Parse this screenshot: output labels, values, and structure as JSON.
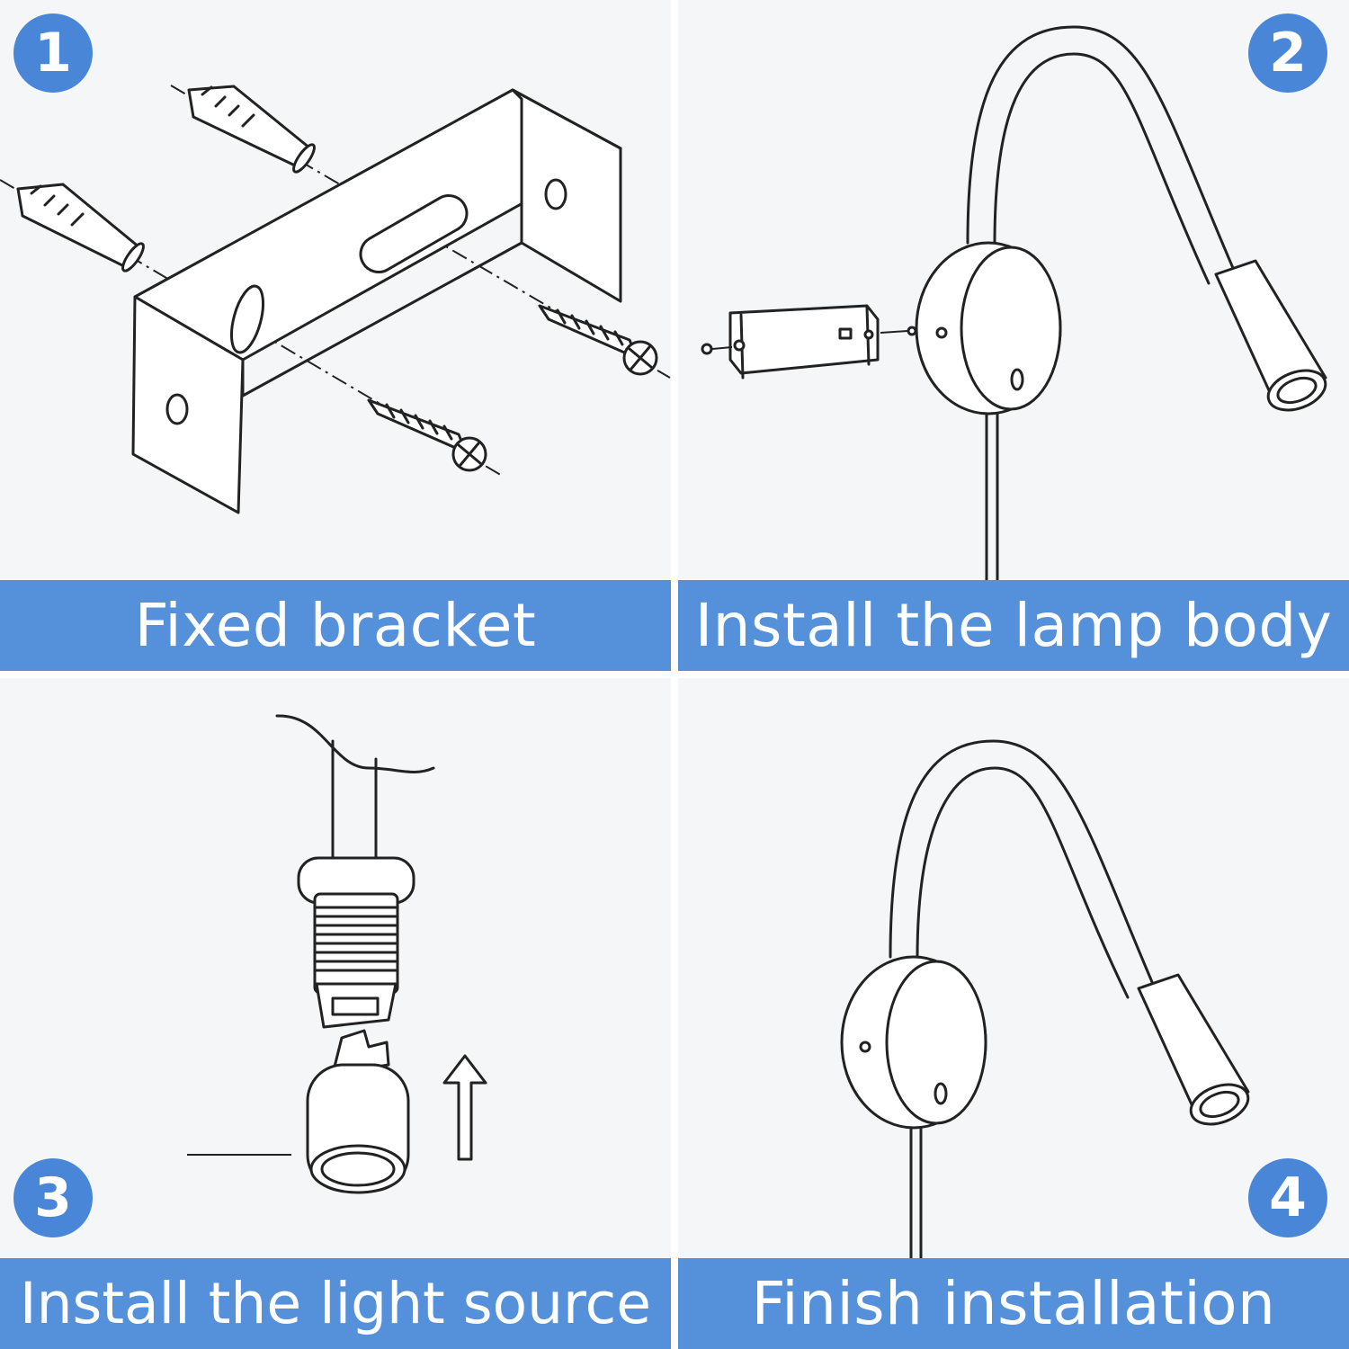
{
  "steps": [
    {
      "number": "1",
      "caption": "Fixed bracket"
    },
    {
      "number": "2",
      "caption": "Install the lamp body"
    },
    {
      "number": "3",
      "caption": "Install the light source"
    },
    {
      "number": "4",
      "caption": "Finish installation"
    }
  ],
  "colors": {
    "badge": "#4a86d8",
    "caption_bar": "#5590da",
    "panel_bg": "#f5f6f8",
    "line": "#222222"
  }
}
